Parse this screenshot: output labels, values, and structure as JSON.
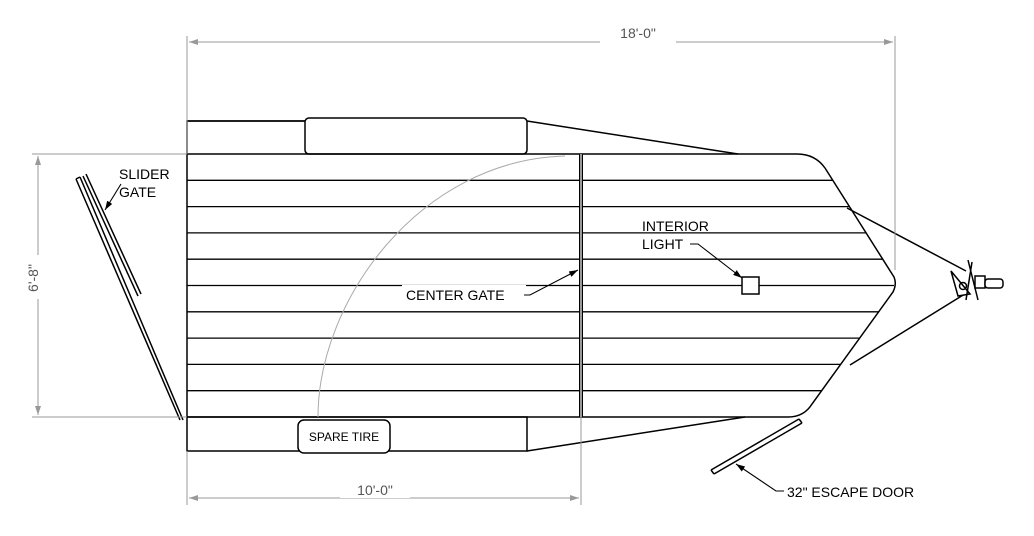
{
  "dimensions": {
    "overall_length": "18'-0\"",
    "width": "6'-8\"",
    "center_gate_distance": "10'-0\""
  },
  "labels": {
    "slider_gate_line1": "SLIDER",
    "slider_gate_line2": "GATE",
    "interior_light_line1": "INTERIOR",
    "interior_light_line2": "LIGHT",
    "center_gate": "CENTER GATE",
    "spare_tire": "SPARE TIRE",
    "escape_door": "32\" ESCAPE DOOR"
  },
  "floor_board_count": 10
}
